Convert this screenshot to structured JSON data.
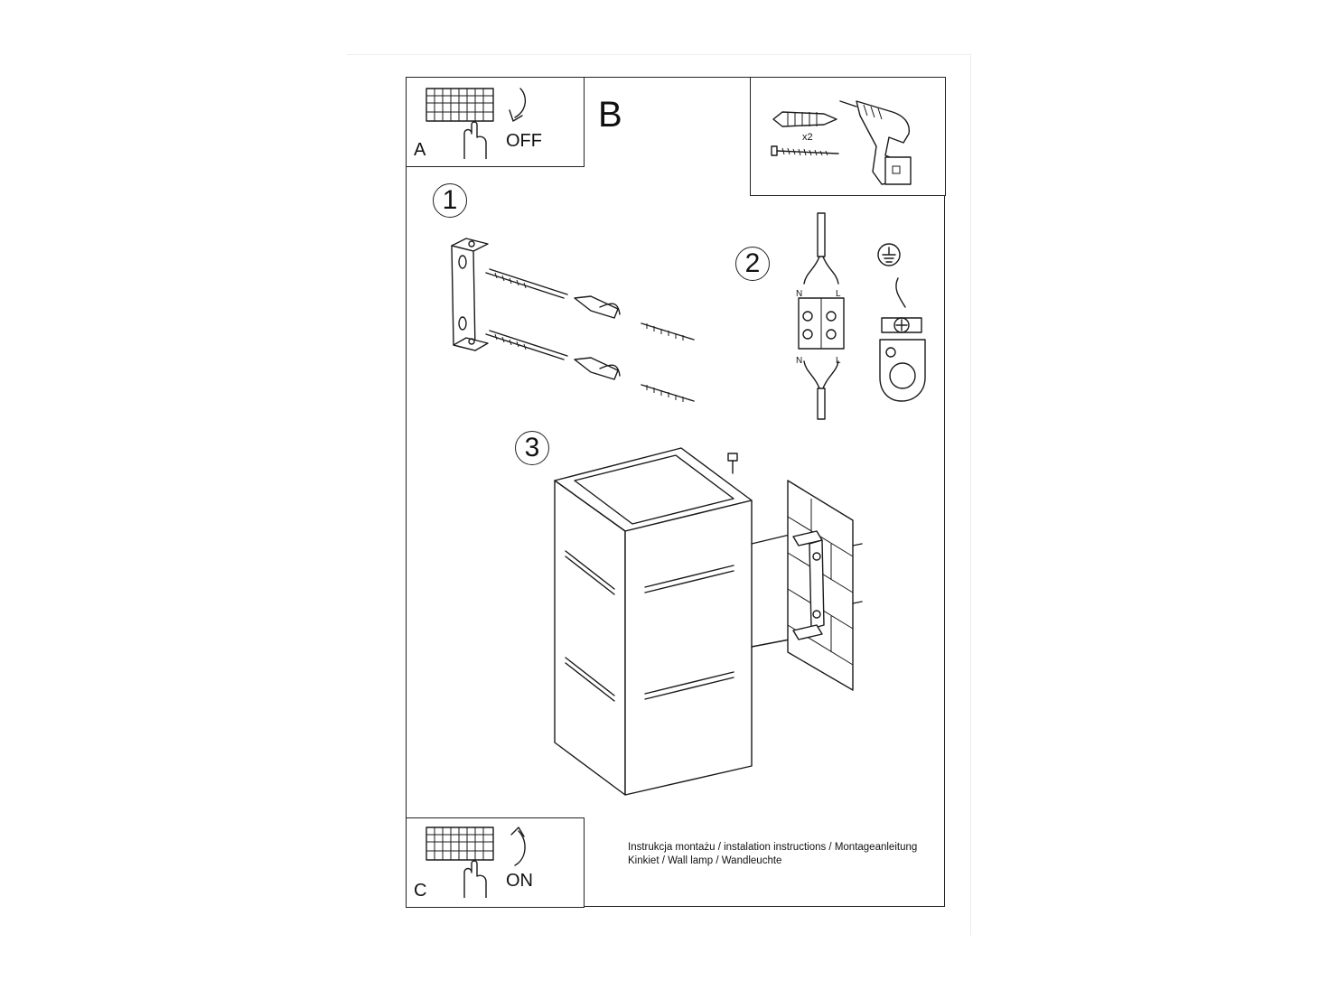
{
  "panels": {
    "a": {
      "letter": "A",
      "action": "OFF"
    },
    "b": {
      "letter": "B",
      "quantity": "x2"
    },
    "c": {
      "letter": "C",
      "action": "ON"
    }
  },
  "steps": [
    "1",
    "2",
    "3"
  ],
  "wiring": {
    "neutral": "N",
    "live": "L"
  },
  "caption": {
    "line1": "Instrukcja montażu / instalation instructions / Montageanleitung",
    "line2": "Kinkiet / Wall lamp / Wandleuchte"
  }
}
